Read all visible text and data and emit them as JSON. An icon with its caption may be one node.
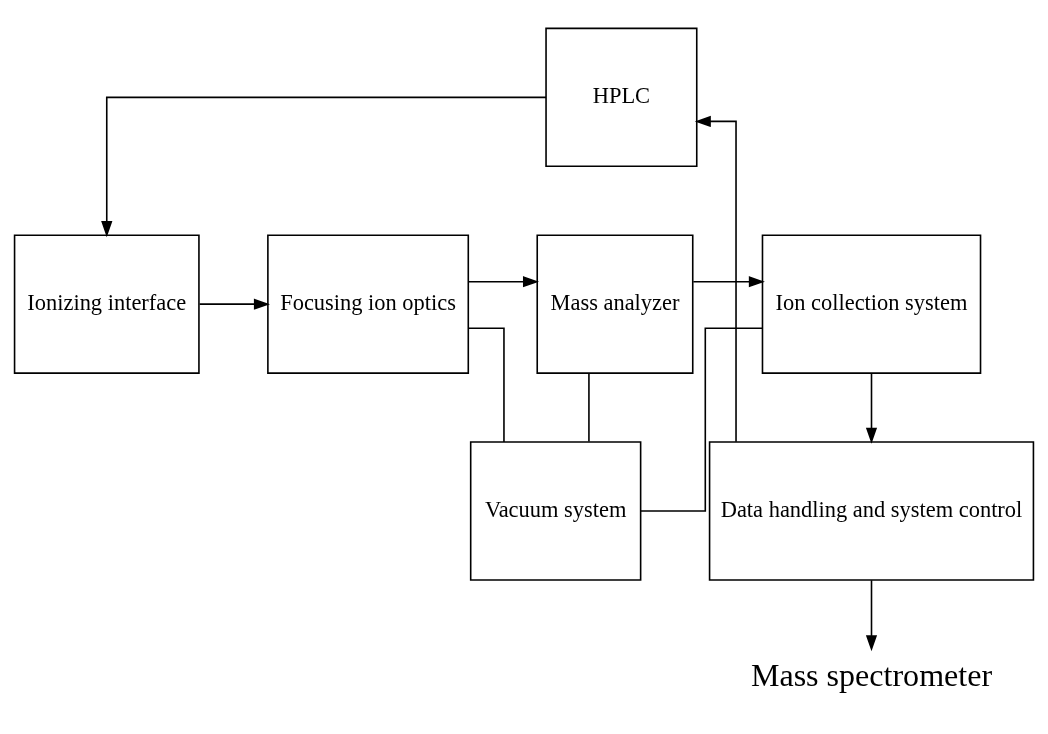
{
  "diagram": {
    "nodes": [
      {
        "text": [
          "HPLC"
        ]
      },
      {
        "text": [
          "Ionizing interface"
        ]
      },
      {
        "text": [
          "Focusing ion optics"
        ]
      },
      {
        "text": [
          "Mass analyzer"
        ]
      },
      {
        "text": [
          "Ion collection system"
        ]
      },
      {
        "text": [
          "Vacuum system"
        ]
      },
      {
        "text": [
          "Data handling and system control"
        ]
      },
      {
        "text": [
          "Mass spectrometer"
        ]
      }
    ],
    "edges": [
      {
        "from": 0,
        "to": 1,
        "arrow": "to"
      },
      {
        "from": 1,
        "to": 2,
        "arrow": "to"
      },
      {
        "from": 2,
        "to": 3,
        "arrow": "to"
      },
      {
        "from": 3,
        "to": 4,
        "arrow": "to"
      },
      {
        "from": 2,
        "to": 5,
        "arrow": "none"
      },
      {
        "from": 3,
        "to": 5,
        "arrow": "none"
      },
      {
        "from": 4,
        "to": 5,
        "arrow": "none"
      },
      {
        "from": 4,
        "to": 6,
        "arrow": "to"
      },
      {
        "from": 6,
        "to": 0,
        "arrow": "to"
      },
      {
        "from": 6,
        "to": 7,
        "arrow": "to"
      }
    ]
  }
}
